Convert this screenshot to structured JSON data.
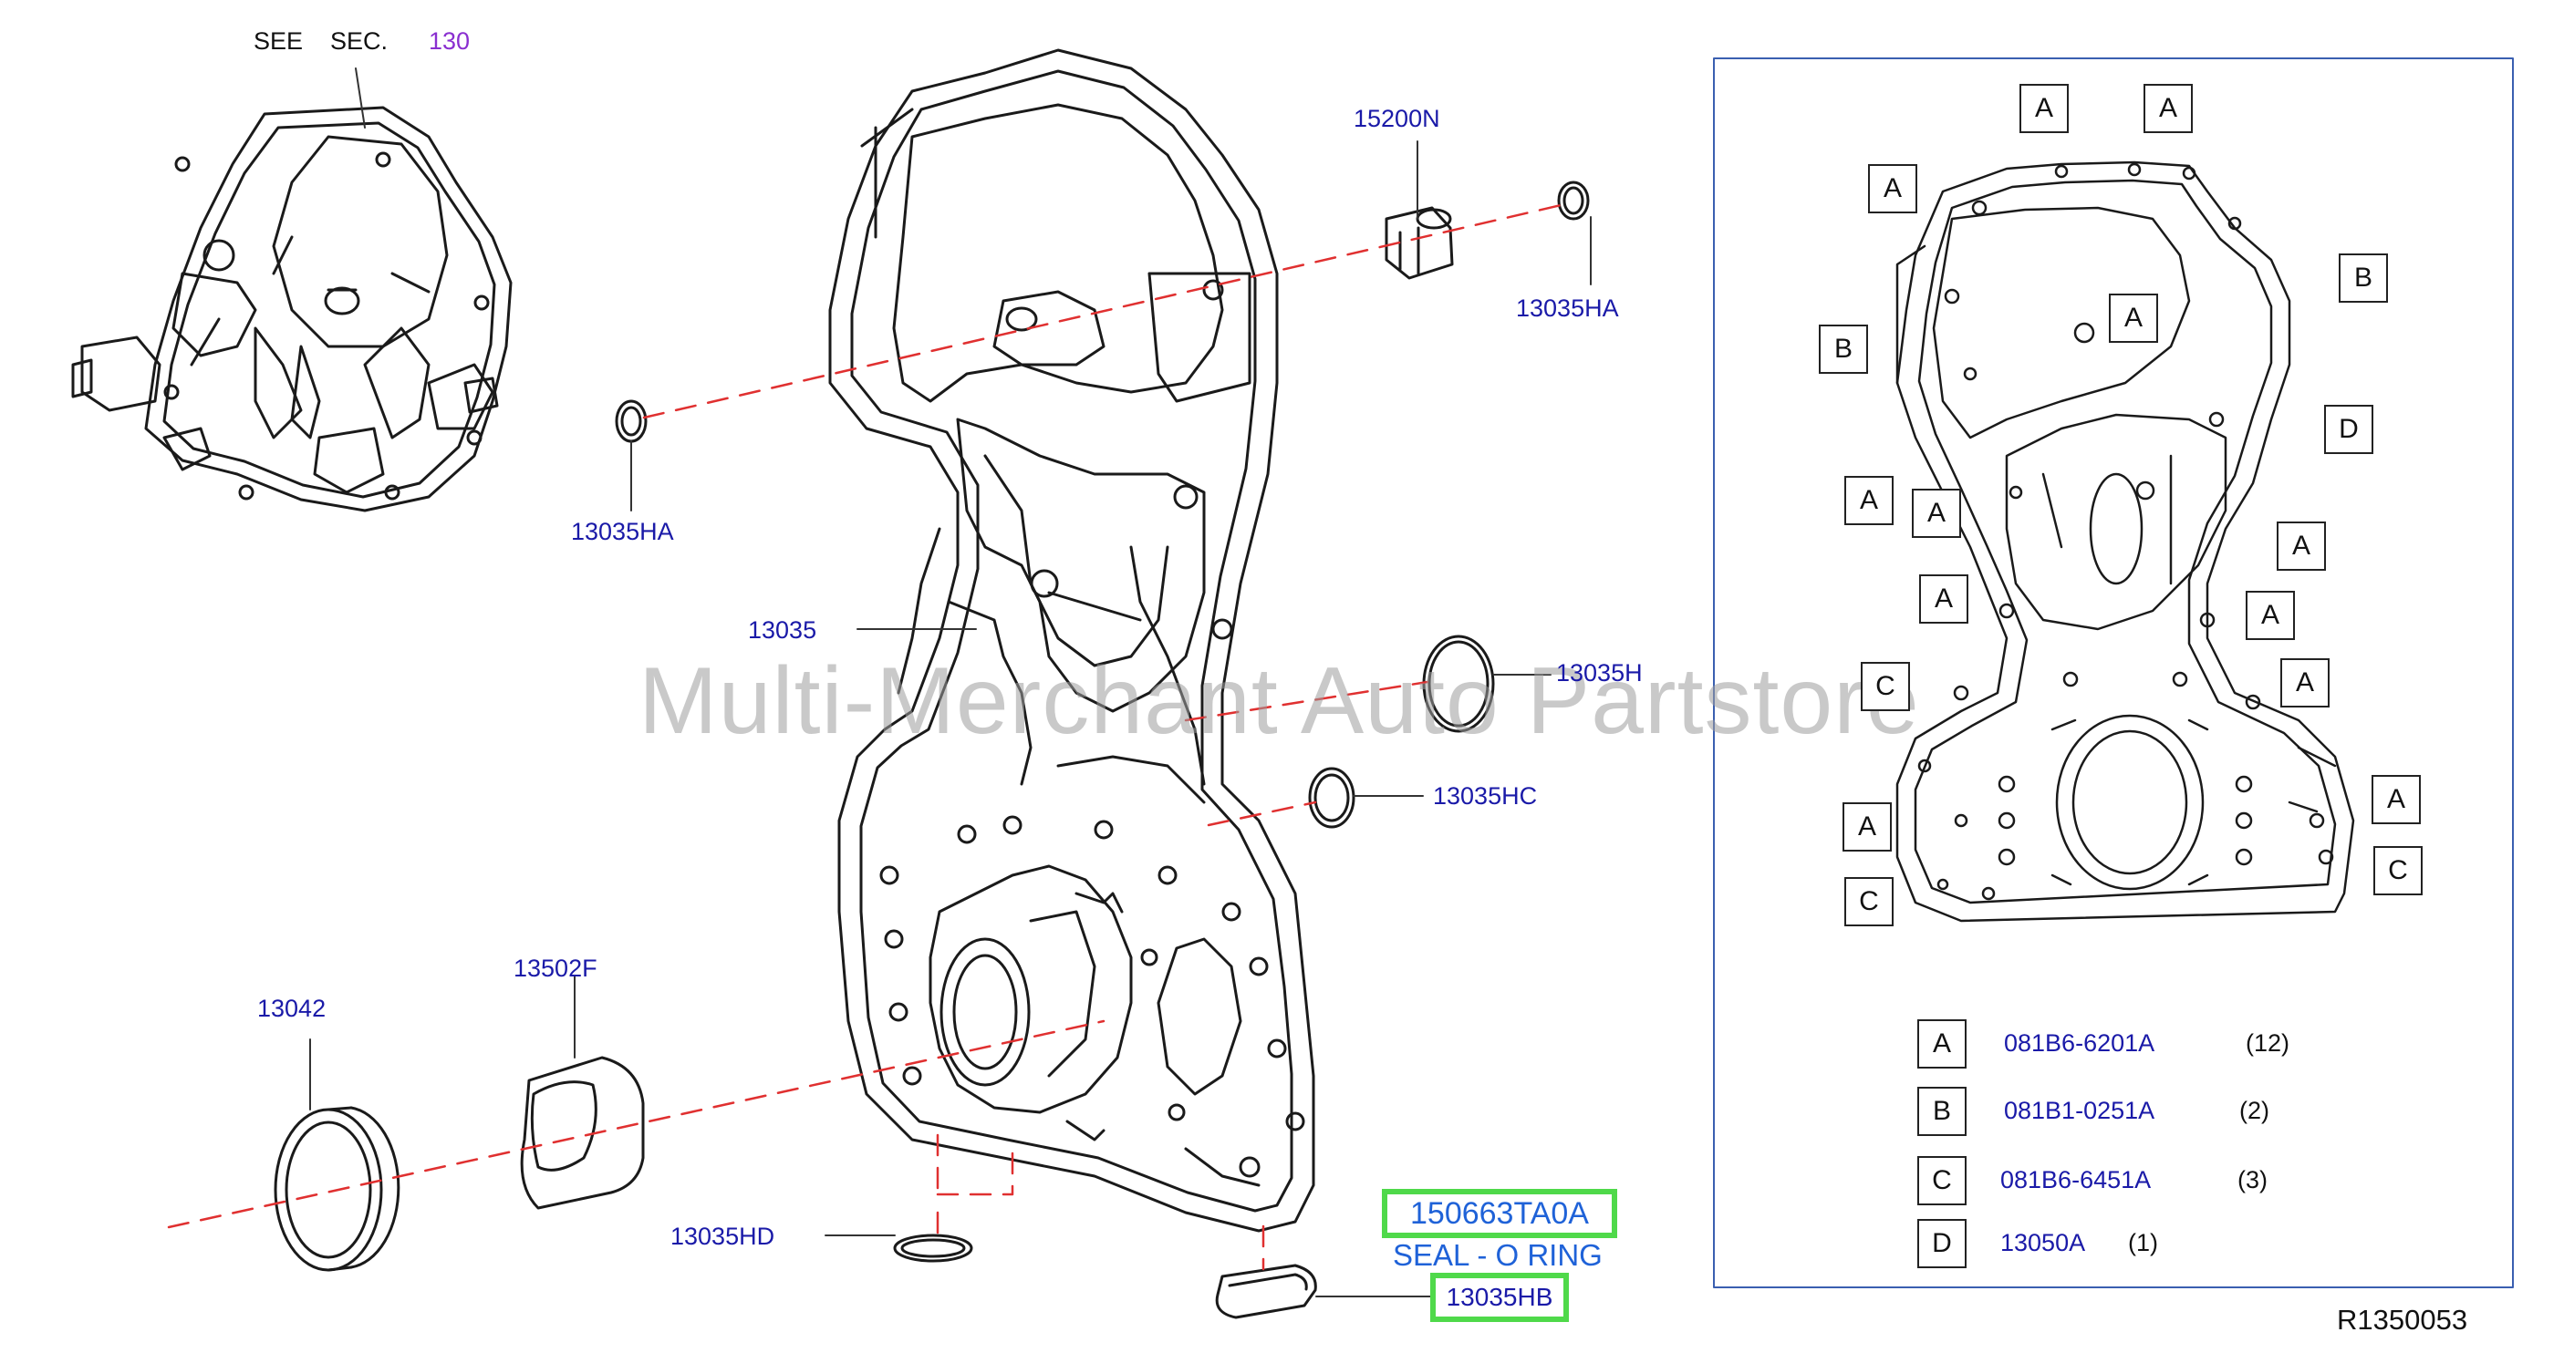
{
  "see_section": {
    "see": "SEE",
    "sec": "SEC.",
    "number": "130"
  },
  "part_labels": {
    "p15200N": "15200N",
    "p13035HA_right": "13035HA",
    "p13035HA_left": "13035HA",
    "p13035": "13035",
    "p13035H": "13035H",
    "p13035HC": "13035HC",
    "p13042": "13042",
    "p13502F": "13502F",
    "p13035HD": "13035HD"
  },
  "highlight": {
    "part_number": "150663TA0A",
    "description": "SEAL - O RING",
    "part_code": "13035HB"
  },
  "detail_letters": [
    "A",
    "A",
    "A",
    "A",
    "B",
    "B",
    "D",
    "A",
    "A",
    "A",
    "A",
    "A",
    "C",
    "A",
    "A",
    "A",
    "C",
    "C"
  ],
  "legend": [
    {
      "letter": "A",
      "code": "081B6-6201A",
      "qty": "(12)"
    },
    {
      "letter": "B",
      "code": "081B1-0251A",
      "qty": "(2)"
    },
    {
      "letter": "C",
      "code": "081B6-6451A",
      "qty": "(3)"
    },
    {
      "letter": "D",
      "code": "13050A",
      "qty": "(1)"
    }
  ],
  "diagram_ref": "R1350053",
  "watermark": "Multi-Merchant Auto Partstore",
  "colors": {
    "label_blue": "#1a1aa8",
    "highlight_green": "#4fd94a",
    "leader_red": "#e03030",
    "purple": "#8a2fd0"
  }
}
